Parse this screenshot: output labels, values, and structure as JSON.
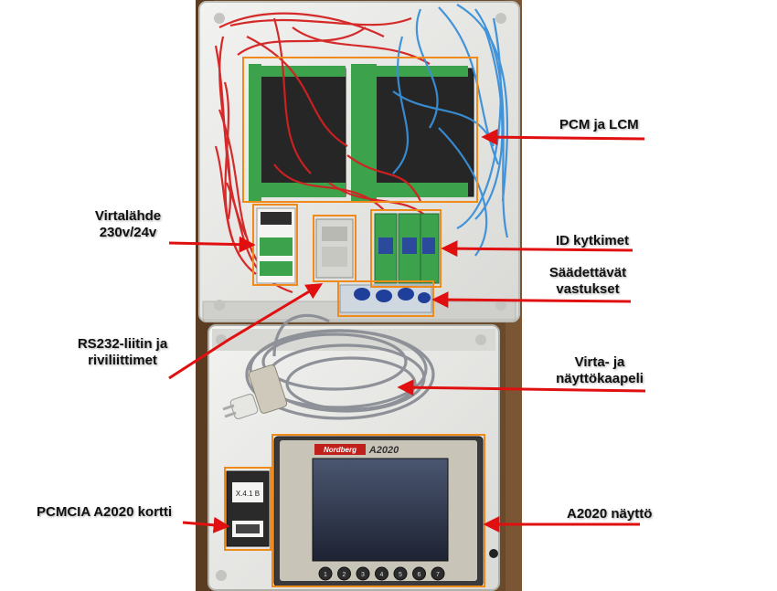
{
  "labels": {
    "pcm_lcm": "PCM ja LCM",
    "power_supply_line1": "Virtalähde",
    "power_supply_line2": "230v/24v",
    "id_switches": "ID kytkimet",
    "adjustable_line1": "Säädettävät",
    "adjustable_line2": "vastukset",
    "rs232_line1": "RS232-liitin ja",
    "rs232_line2": "riviliittimet",
    "cable_line1": "Virta- ja",
    "cable_line2": "näyttökaapeli",
    "pcmcia": "PCMCIA A2020 kortti",
    "display": "A2020 näyttö"
  },
  "device": {
    "brand": "Nordberg",
    "model": "A2020",
    "card_text": "X.4.1 B",
    "button_numbers": [
      "1",
      "2",
      "3",
      "4",
      "5",
      "6",
      "7"
    ]
  },
  "colors": {
    "arrow": "#e01010",
    "highlight_box": "#f08a1a",
    "red_wire": "#d42020",
    "blue_wire": "#3a8fd8",
    "enclosure": "#e8e8e6",
    "wood": "#6a4a2a"
  }
}
